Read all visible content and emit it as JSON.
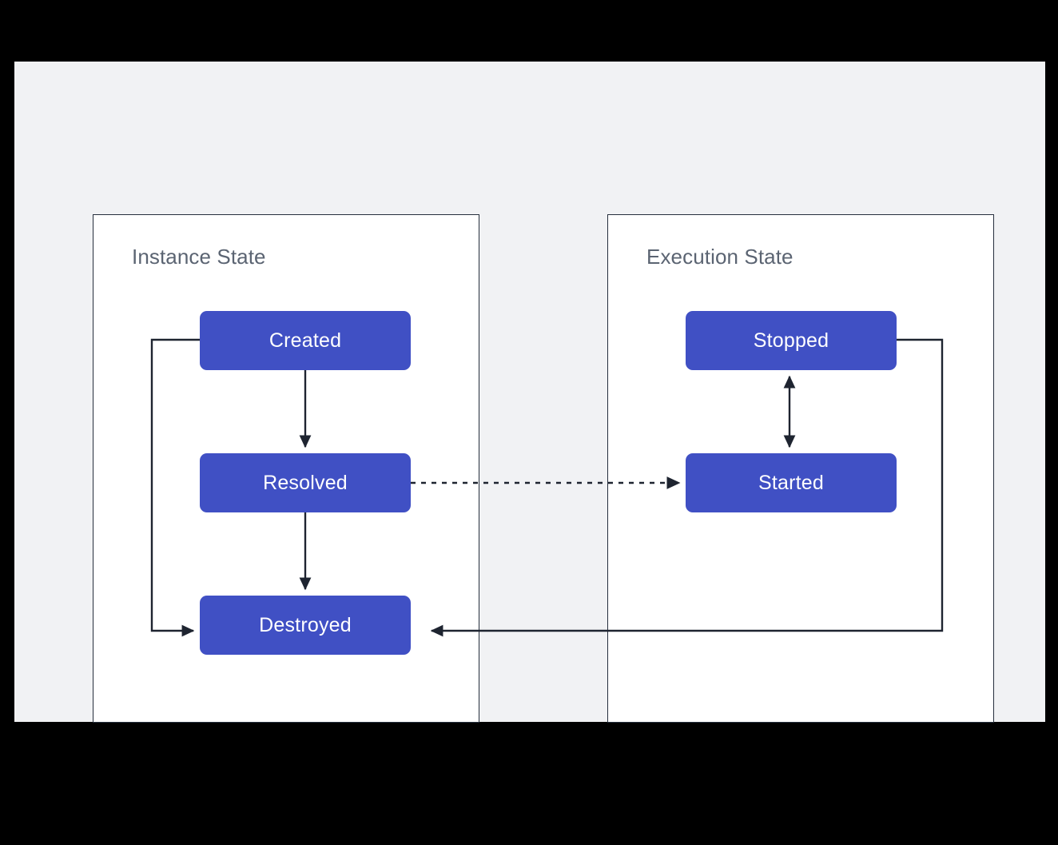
{
  "canvas": {
    "background_color": "#f1f2f4",
    "outer_color": "#000000"
  },
  "diagram": {
    "type": "state-diagram",
    "accent_color": "#4050c4",
    "node_text_color": "#ffffff",
    "edge_color": "#1e2430",
    "panel_border_color": "#262f3d",
    "panel_title_color": "#5b6472"
  },
  "panels": [
    {
      "id": "instance",
      "title": "Instance State",
      "nodes": [
        "Created",
        "Resolved",
        "Destroyed"
      ]
    },
    {
      "id": "execution",
      "title": "Execution State",
      "nodes": [
        "Stopped",
        "Started"
      ]
    }
  ],
  "nodes": {
    "created": "Created",
    "resolved": "Resolved",
    "destroyed": "Destroyed",
    "stopped": "Stopped",
    "started": "Started"
  },
  "edges": [
    {
      "from": "Created",
      "to": "Resolved",
      "style": "solid",
      "direction": "one-way"
    },
    {
      "from": "Resolved",
      "to": "Destroyed",
      "style": "solid",
      "direction": "one-way"
    },
    {
      "from": "Created",
      "to": "Destroyed",
      "style": "solid",
      "direction": "one-way",
      "route": "left-bypass"
    },
    {
      "from": "Resolved",
      "to": "Started",
      "style": "dashed",
      "direction": "one-way",
      "route": "cross-panel"
    },
    {
      "from": "Stopped",
      "to": "Started",
      "style": "solid",
      "direction": "two-way"
    },
    {
      "from": "Stopped",
      "to": "Destroyed",
      "style": "solid",
      "direction": "one-way",
      "route": "right-bypass"
    }
  ]
}
